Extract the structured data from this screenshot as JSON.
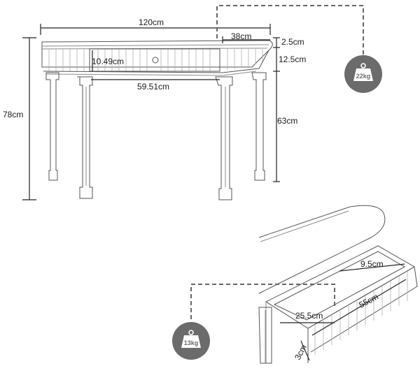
{
  "dimensions": {
    "width": "120cm",
    "depth": "38cm",
    "top_thickness": "2.5cm",
    "apron_height": "12.5cm",
    "drawer_front_height": "10.49cm",
    "drawer_front_width": "59.51cm",
    "total_height": "78cm",
    "leg_height": "63cm",
    "drawer_inner_height": "9.5cm",
    "drawer_inner_depth": "25.5cm",
    "drawer_length": "55cm",
    "drawer_side": "3cm"
  },
  "weights": {
    "table": "22kg",
    "drawer": "13kg"
  },
  "colors": {
    "line": "#8a8a8a",
    "badge": "#6b6b6b",
    "dashed": "#666666"
  },
  "icons": [
    "weight-icon"
  ]
}
